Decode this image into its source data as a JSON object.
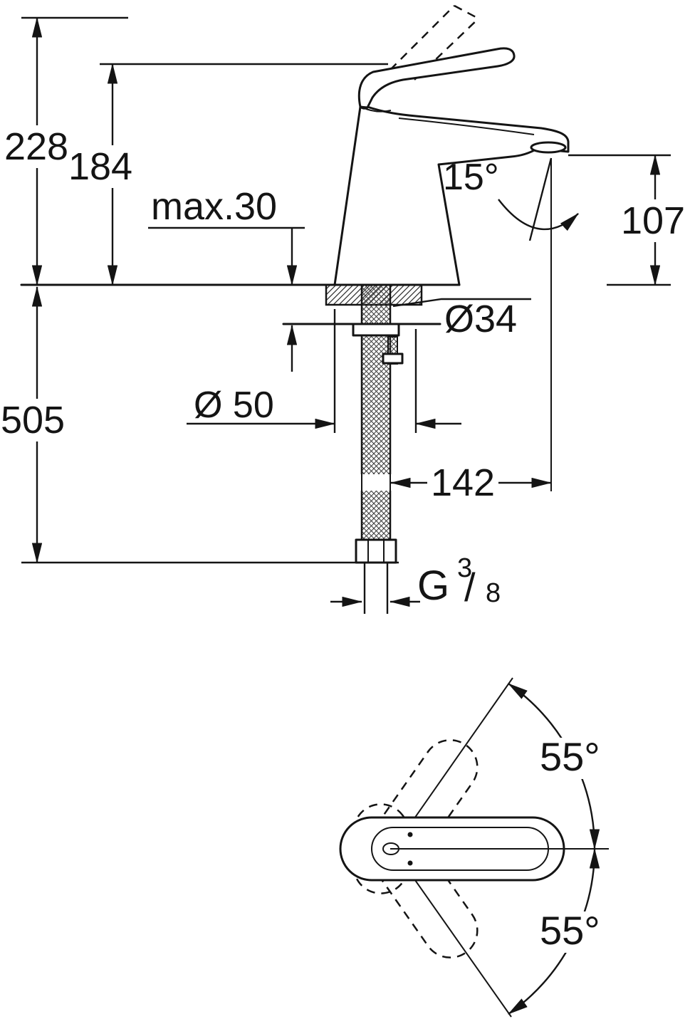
{
  "side_view": {
    "height_total": "228",
    "height_body": "184",
    "deck_max_thickness": "max.30",
    "spout_angle": "15°",
    "spout_height": "107",
    "hole_diameter": "Ø34",
    "base_diameter": "Ø 50",
    "hose_length": "505",
    "spout_reach": "142",
    "thread_g": "G",
    "thread_num": "3",
    "thread_slash": "/",
    "thread_den": "8"
  },
  "top_view": {
    "swivel_angle_upper": "55°",
    "swivel_angle_lower": "55°"
  }
}
